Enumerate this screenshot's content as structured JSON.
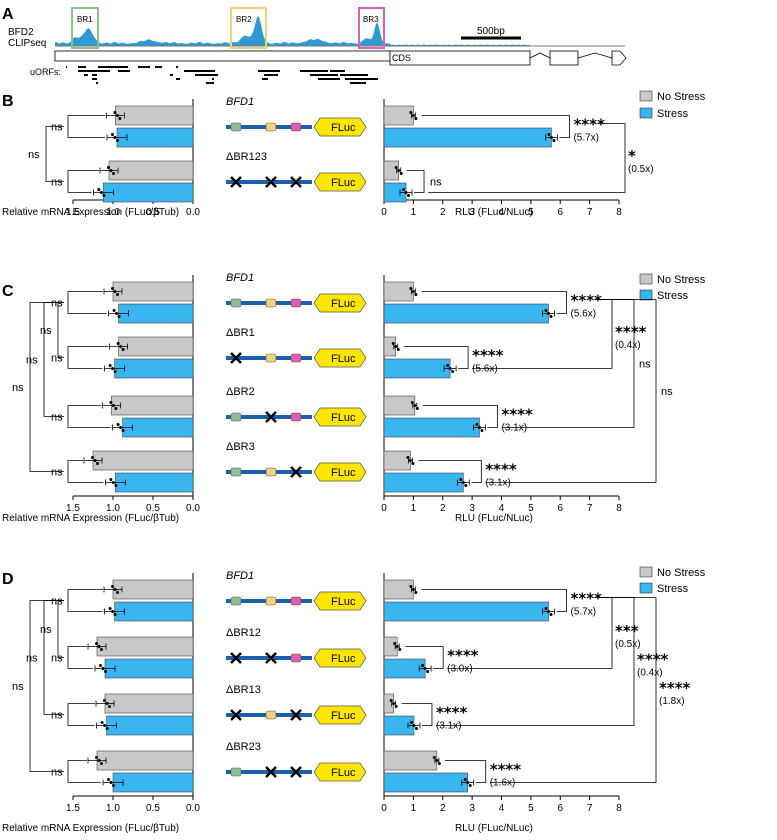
{
  "panels": {
    "A": {
      "letter": "A",
      "track_label_1": "BFD2",
      "track_label_2": "CLIPseq",
      "regions": [
        "BR1",
        "BR2",
        "BR3"
      ],
      "scale_bar_label": "500bp",
      "cds_label": "CDS",
      "uorfs_label": "uORFs:"
    },
    "B": {
      "letter": "B"
    },
    "C": {
      "letter": "C"
    },
    "D": {
      "letter": "D"
    }
  },
  "legend": {
    "no_stress": "No Stress",
    "stress": "Stress"
  },
  "colors": {
    "no_stress": "#c8c8c8",
    "stress": "#39b5f0",
    "clip_track": "#2f99d1",
    "construct_line": "#1d5fad",
    "fluc_fill": "#ffe600",
    "br1_box": "#8fbf8f",
    "br2_box": "#f0d27a",
    "br3_box": "#e060b0"
  },
  "axes": {
    "mrna_xlabel": "Relative mRNA Expression (FLuc/βTub)",
    "rlu_xlabel": "RLU (FLuc/NLuc)",
    "fluc_label": "FLuc"
  },
  "chart_data": [
    {
      "panel": "B",
      "type": "bar",
      "orientation": "horizontal",
      "left": {
        "xlabel": "Relative mRNA Expression (FLuc/βTub)",
        "xlim": [
          1.5,
          0.0
        ],
        "ticks": [
          "1.5",
          "1.0",
          "0.5",
          "0.0"
        ],
        "series": [
          {
            "name": "No Stress",
            "values": [
              0.97,
              1.05
            ]
          },
          {
            "name": "Stress",
            "values": [
              0.95,
              1.12
            ]
          }
        ]
      },
      "right": {
        "xlabel": "RLU (FLuc/NLuc)",
        "xlim": [
          0,
          8
        ],
        "ticks": [
          "0",
          "1",
          "2",
          "3",
          "4",
          "5",
          "6",
          "7",
          "8"
        ],
        "series": [
          {
            "name": "No Stress",
            "values": [
              1.0,
              0.5
            ]
          },
          {
            "name": "Stress",
            "values": [
              5.7,
              0.75
            ]
          }
        ]
      },
      "constructs": [
        {
          "name": "BFD1",
          "italic": true,
          "deleted": []
        },
        {
          "name": "ΔBR123",
          "italic": false,
          "deleted": [
            1,
            2,
            3
          ]
        }
      ],
      "within_sig": [
        {
          "stars": "****",
          "fold": "(5.7x)"
        },
        {
          "stars": "ns",
          "fold": ""
        }
      ],
      "between_sig": [
        {
          "stars": "*",
          "fold": "(0.5x)"
        }
      ],
      "mrna_within": [
        "ns",
        "ns"
      ],
      "mrna_between": [
        "ns"
      ]
    },
    {
      "panel": "C",
      "type": "bar",
      "orientation": "horizontal",
      "left": {
        "xlabel": "Relative mRNA Expression (FLuc/βTub)",
        "xlim": [
          1.5,
          0.0
        ],
        "ticks": [
          "1.5",
          "1.0",
          "0.5",
          "0.0"
        ],
        "series": [
          {
            "name": "No Stress",
            "values": [
              1.0,
              0.93,
              1.02,
              1.25
            ]
          },
          {
            "name": "Stress",
            "values": [
              0.93,
              0.98,
              0.88,
              0.97
            ]
          }
        ]
      },
      "right": {
        "xlabel": "RLU (FLuc/NLuc)",
        "xlim": [
          0,
          8
        ],
        "ticks": [
          "0",
          "1",
          "2",
          "3",
          "4",
          "5",
          "6",
          "7",
          "8"
        ],
        "series": [
          {
            "name": "No Stress",
            "values": [
              1.0,
              0.4,
              1.05,
              0.9
            ]
          },
          {
            "name": "Stress",
            "values": [
              5.6,
              2.25,
              3.25,
              2.7
            ]
          }
        ]
      },
      "constructs": [
        {
          "name": "BFD1",
          "italic": true,
          "deleted": []
        },
        {
          "name": "ΔBR1",
          "italic": false,
          "deleted": [
            1
          ]
        },
        {
          "name": "ΔBR2",
          "italic": false,
          "deleted": [
            2
          ]
        },
        {
          "name": "ΔBR3",
          "italic": false,
          "deleted": [
            3
          ]
        }
      ],
      "within_sig": [
        {
          "stars": "****",
          "fold": "(5.6x)"
        },
        {
          "stars": "****",
          "fold": "(5.6x)"
        },
        {
          "stars": "****",
          "fold": "(3.1x)"
        },
        {
          "stars": "****",
          "fold": "(3.1x)"
        }
      ],
      "between_sig": [
        {
          "stars": "****",
          "fold": "(0.4x)"
        },
        {
          "stars": "ns",
          "fold": ""
        },
        {
          "stars": "ns",
          "fold": ""
        }
      ],
      "mrna_within": [
        "ns",
        "ns",
        "ns",
        "ns"
      ],
      "mrna_between": [
        "ns",
        "ns",
        "ns"
      ]
    },
    {
      "panel": "D",
      "type": "bar",
      "orientation": "horizontal",
      "left": {
        "xlabel": "Relative mRNA Expression (FLuc/βTub)",
        "xlim": [
          1.5,
          0.0
        ],
        "ticks": [
          "1.5",
          "1.0",
          "0.5",
          "0.0"
        ],
        "series": [
          {
            "name": "No Stress",
            "values": [
              1.0,
              1.2,
              1.1,
              1.2
            ]
          },
          {
            "name": "Stress",
            "values": [
              0.98,
              1.1,
              1.08,
              1.0
            ]
          }
        ]
      },
      "right": {
        "xlabel": "RLU (FLuc/NLuc)",
        "xlim": [
          0,
          8
        ],
        "ticks": [
          "0",
          "1",
          "2",
          "3",
          "4",
          "5",
          "6",
          "7",
          "8"
        ],
        "series": [
          {
            "name": "No Stress",
            "values": [
              1.0,
              0.45,
              0.33,
              1.8
            ]
          },
          {
            "name": "Stress",
            "values": [
              5.6,
              1.4,
              1.02,
              2.85
            ]
          }
        ]
      },
      "constructs": [
        {
          "name": "BFD1",
          "italic": true,
          "deleted": []
        },
        {
          "name": "ΔBR12",
          "italic": false,
          "deleted": [
            1,
            2
          ]
        },
        {
          "name": "ΔBR13",
          "italic": false,
          "deleted": [
            1,
            3
          ]
        },
        {
          "name": "ΔBR23",
          "italic": false,
          "deleted": [
            2,
            3
          ]
        }
      ],
      "within_sig": [
        {
          "stars": "****",
          "fold": "(5.7x)"
        },
        {
          "stars": "****",
          "fold": "(3.0x)"
        },
        {
          "stars": "****",
          "fold": "(3.1x)"
        },
        {
          "stars": "****",
          "fold": "(1.6x)"
        }
      ],
      "between_sig": [
        {
          "stars": "***",
          "fold": "(0.5x)"
        },
        {
          "stars": "****",
          "fold": "(0.4x)"
        },
        {
          "stars": "****",
          "fold": "(1.8x)"
        }
      ],
      "mrna_within": [
        "ns",
        "ns",
        "ns",
        "ns"
      ],
      "mrna_between": [
        "ns",
        "ns",
        "ns"
      ]
    }
  ]
}
